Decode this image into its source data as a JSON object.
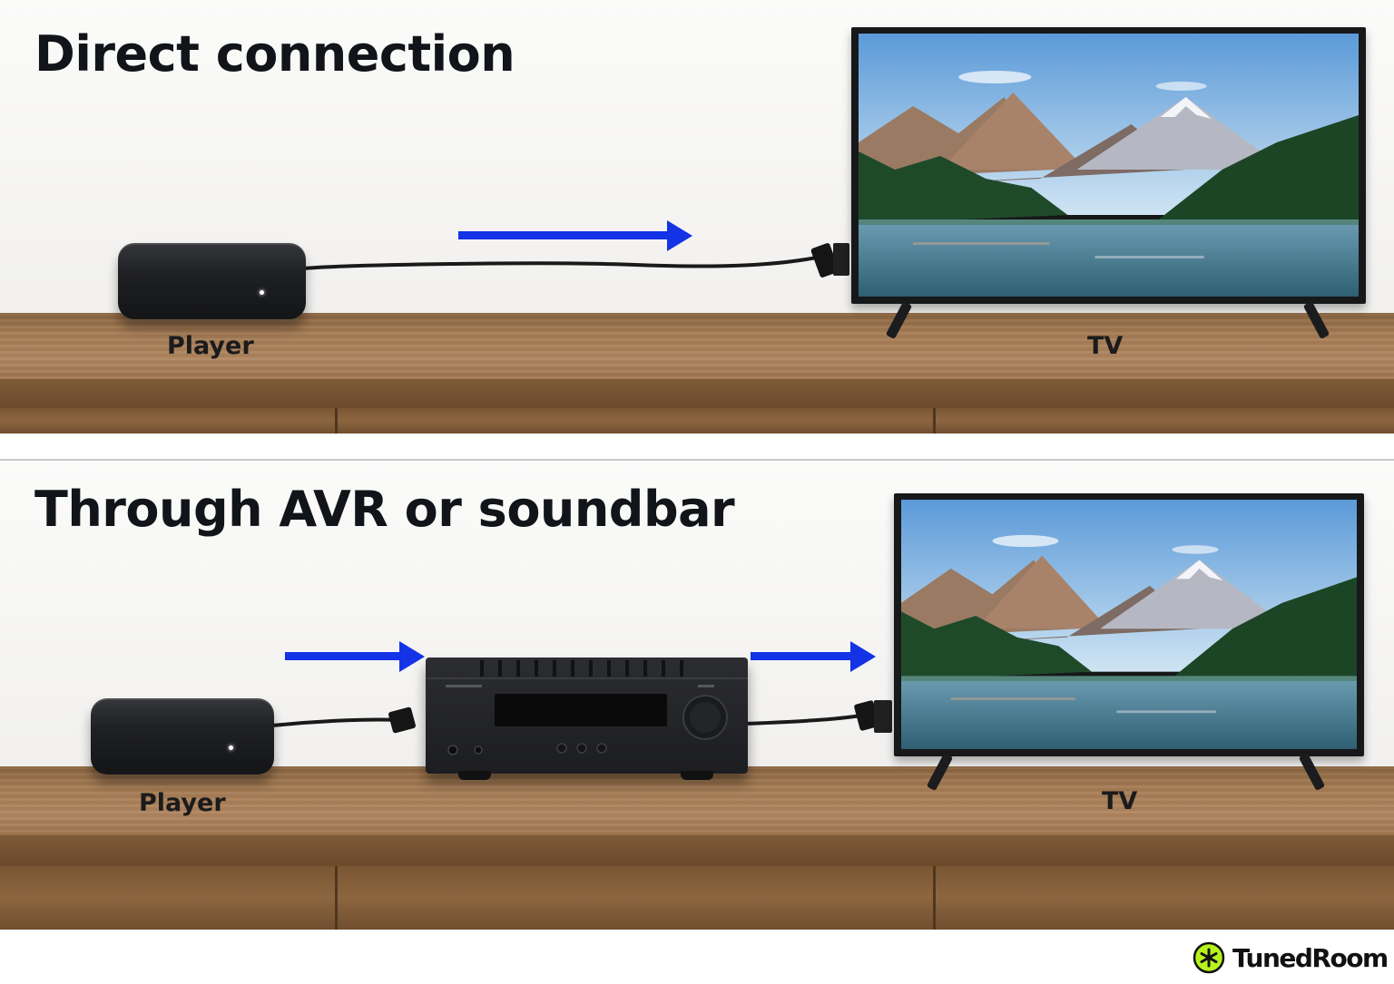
{
  "panels": [
    {
      "title": "Direct connection",
      "device_labels": {
        "source": "Player",
        "display": "TV"
      }
    },
    {
      "title": "Through AVR or soundbar",
      "device_labels": {
        "source": "Player",
        "display": "TV"
      }
    }
  ],
  "brand": {
    "name": "TunedRoom",
    "logo_icon": "asterisk-circle-icon",
    "logo_color": "#b6f21d"
  },
  "colors": {
    "arrow": "#1432e6",
    "cable": "#1a1a1a"
  },
  "icons": {
    "arrow": "arrow-right-icon"
  }
}
